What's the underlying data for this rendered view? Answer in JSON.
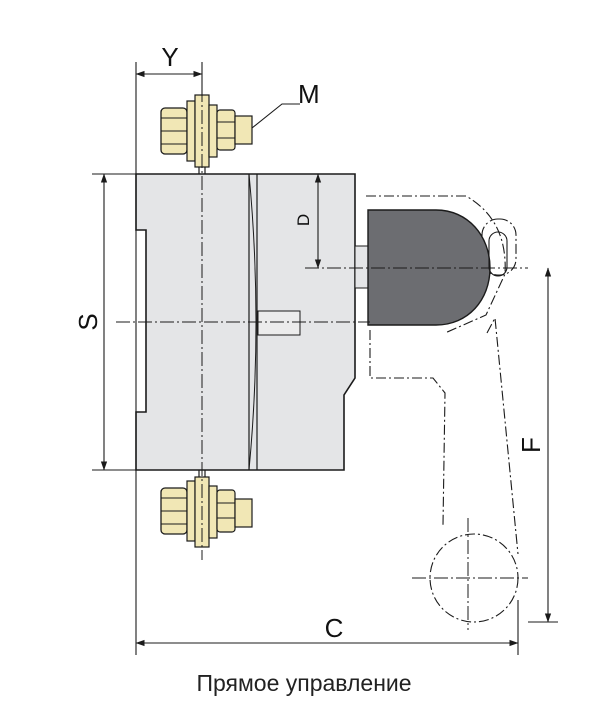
{
  "labels": {
    "y": "Y",
    "m": "M",
    "d": "D",
    "s": "S",
    "f": "F",
    "c": "C"
  },
  "caption": "Прямое управление",
  "colors": {
    "body_fill": "#e4e5e7",
    "handle_fill": "#6c6d71",
    "terminal_fill": "#f1e7b5",
    "line": "#1b1b1b"
  },
  "icons": {
    "terminal_top": "terminal-bolt-icon",
    "terminal_bottom": "terminal-bolt-icon"
  }
}
